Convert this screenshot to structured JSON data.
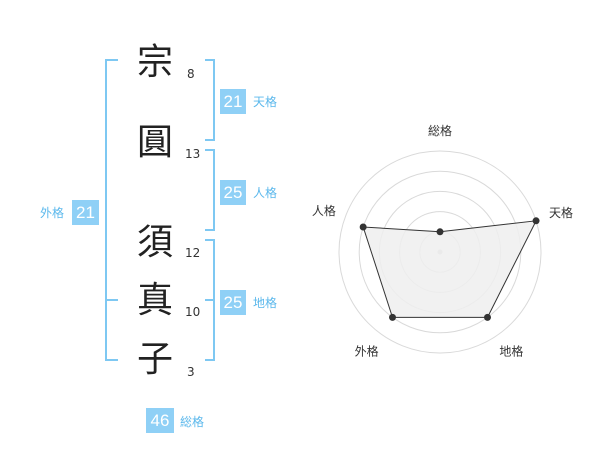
{
  "name": {
    "chars": [
      {
        "char": "宗",
        "strokes": "8"
      },
      {
        "char": "圓",
        "strokes": "13"
      },
      {
        "char": "須",
        "strokes": "12"
      },
      {
        "char": "真",
        "strokes": "10"
      },
      {
        "char": "子",
        "strokes": "3"
      }
    ]
  },
  "fortune": {
    "tenkaku": {
      "value": "21",
      "label": "天格"
    },
    "jinkaku": {
      "value": "25",
      "label": "人格"
    },
    "chikaku": {
      "value": "25",
      "label": "地格"
    },
    "gaikaku": {
      "value": "21",
      "label": "外格"
    },
    "soukaku": {
      "value": "46",
      "label": "総格"
    }
  },
  "colors": {
    "accent": "#8fd0f6",
    "label": "#5bb8ec",
    "bracket": "#7ec8f2",
    "radar_fill": "#eeeeee"
  },
  "chart_data": {
    "type": "radar",
    "axes": [
      "総格",
      "天格",
      "地格",
      "外格",
      "人格"
    ],
    "values": [
      1,
      5,
      4,
      4,
      4
    ],
    "max": 5,
    "rings": 5
  }
}
